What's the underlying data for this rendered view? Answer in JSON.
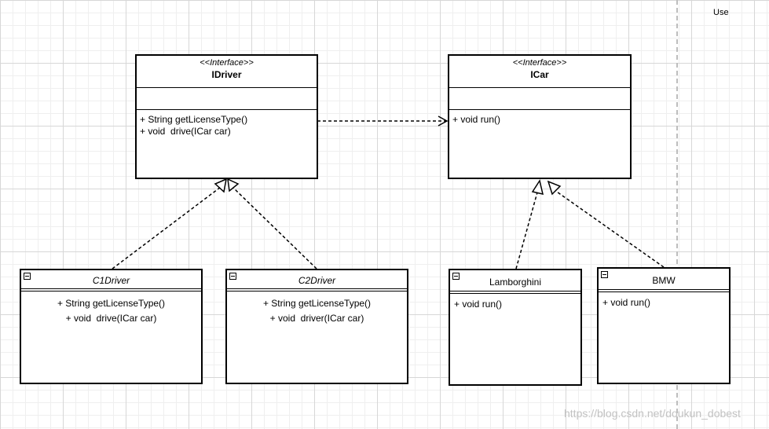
{
  "use_label": "Use",
  "interfaces": {
    "idriver": {
      "stereotype": "<<Interface>>",
      "name": "IDriver",
      "operations": [
        "+ String getLicenseType()",
        "+ void  drive(ICar car)"
      ]
    },
    "icar": {
      "stereotype": "<<Interface>>",
      "name": "ICar",
      "operations": [
        "+ void run()"
      ]
    }
  },
  "classes": {
    "c1driver": {
      "name": "C1Driver",
      "operations": [
        "+ String getLicenseType()",
        "+ void  drive(ICar car)"
      ]
    },
    "c2driver": {
      "name": "C2Driver",
      "operations": [
        "+ String getLicenseType()",
        "+ void  driver(ICar car)"
      ]
    },
    "lamborghini": {
      "name": "Lamborghini",
      "operations": [
        "+ void run()"
      ]
    },
    "bmw": {
      "name": "BMW",
      "operations": [
        "+ void run()"
      ]
    }
  },
  "relationships": [
    {
      "type": "dependency",
      "from": "IDriver",
      "to": "ICar"
    },
    {
      "type": "realization",
      "from": "C1Driver",
      "to": "IDriver"
    },
    {
      "type": "realization",
      "from": "C2Driver",
      "to": "IDriver"
    },
    {
      "type": "realization",
      "from": "Lamborghini",
      "to": "ICar"
    },
    {
      "type": "realization",
      "from": "BMW",
      "to": "ICar"
    }
  ],
  "watermark": "https://blog.csdn.net/doukun_dobest",
  "colors": {
    "grid": "#d7d7d7",
    "line": "#000000",
    "separator": "#bdbdbd",
    "watermark": "#c2c2c2"
  }
}
